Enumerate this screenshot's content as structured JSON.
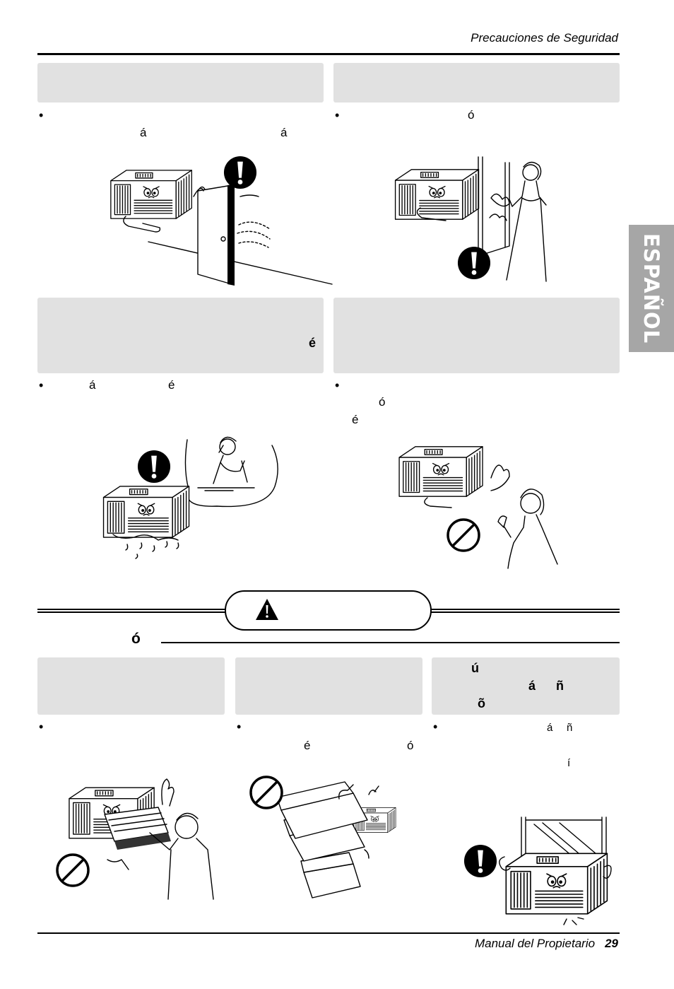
{
  "header": {
    "title": "Precauciones de Seguridad"
  },
  "side_tab": {
    "label": "ESPAÑOL"
  },
  "panels": {
    "p1": {
      "bullet": "•",
      "glyphs": [
        "á",
        "á"
      ]
    },
    "p2": {
      "bullet": "•",
      "glyphs": [
        "ó"
      ]
    },
    "p3": {
      "heading_glyphs": [
        "é"
      ],
      "bullet": "•",
      "glyphs": [
        "á",
        "é"
      ]
    },
    "p4": {
      "bullet": "•",
      "glyphs": [
        "ó",
        "é"
      ]
    },
    "p5": {
      "bullet": "•"
    },
    "p6": {
      "bullet": "•",
      "glyphs": [
        "é",
        "ó"
      ]
    },
    "p7": {
      "heading_glyphs": [
        "ú",
        "á",
        "ñ",
        "õ"
      ],
      "bullet": "•",
      "glyphs": [
        "á",
        "ñ",
        "í"
      ]
    }
  },
  "caution": {
    "icon": "warning-triangle-icon",
    "section_glyph": "ó"
  },
  "icons": {
    "must": "exclamation-icon",
    "forbidden": "prohibited-icon"
  },
  "footer": {
    "label": "Manual del Propietario",
    "page": "29"
  },
  "colors": {
    "panel": "#e1e1e1",
    "tab": "#a6a6a6",
    "ink": "#000000"
  }
}
